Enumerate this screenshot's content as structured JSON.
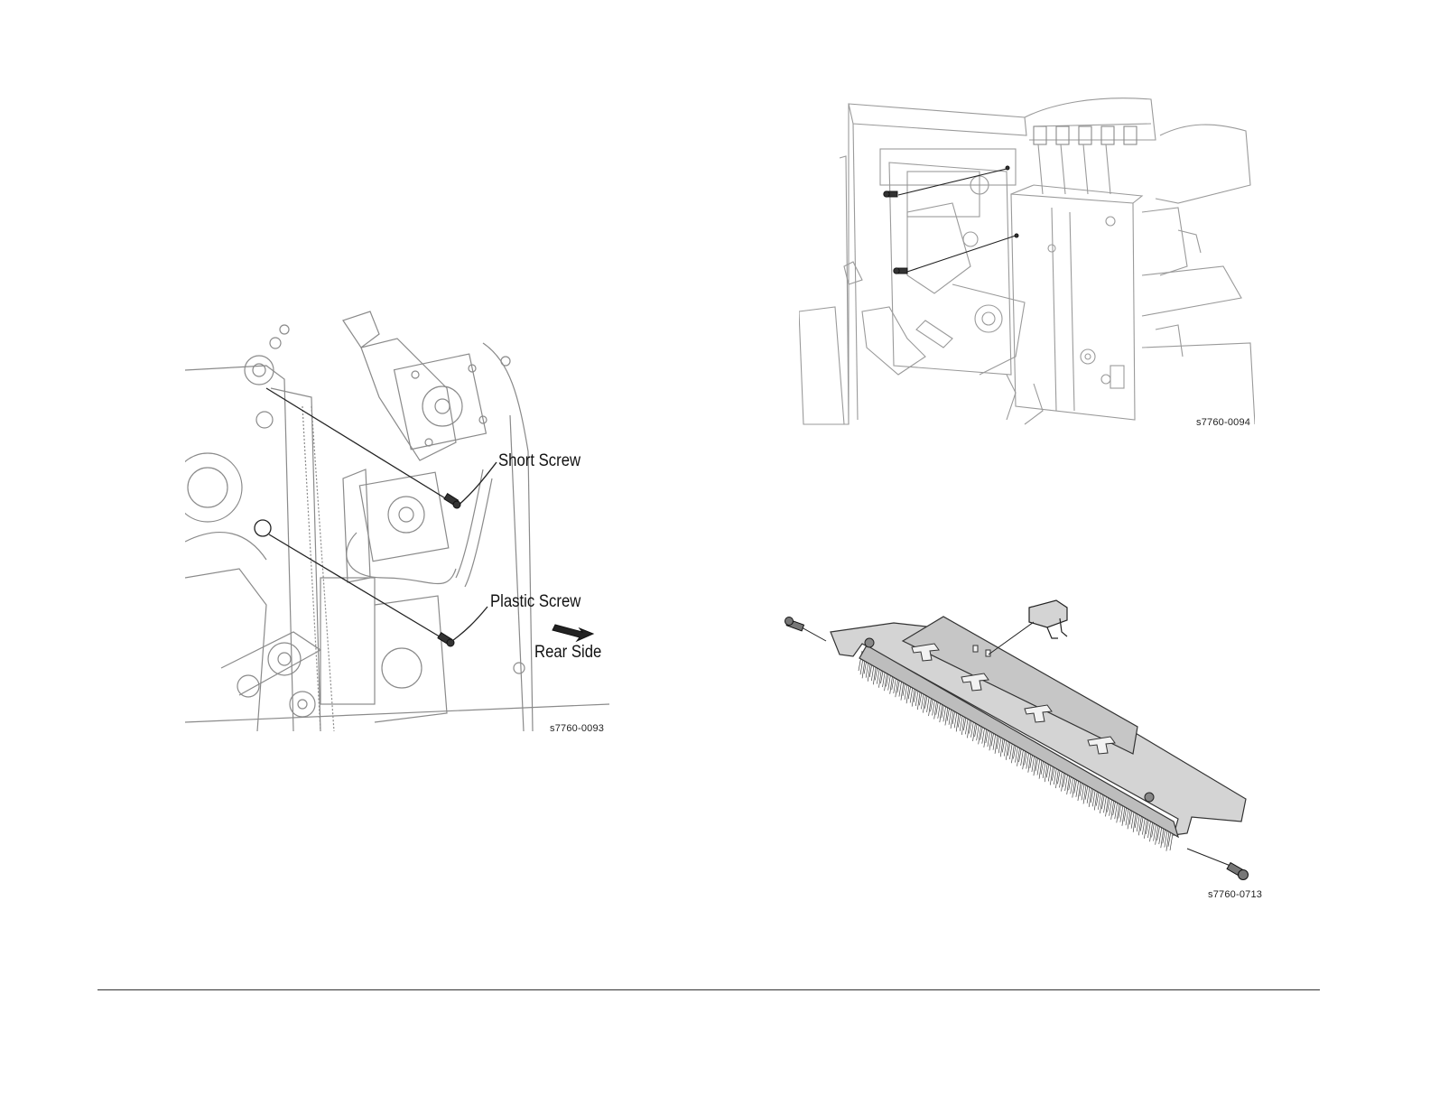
{
  "figures": {
    "left": {
      "id": "s7760-0093",
      "callouts": {
        "short_screw": "Short Screw",
        "plastic_screw": "Plastic Screw",
        "rear_side": "Rear Side"
      }
    },
    "right_top": {
      "id": "s7760-0094"
    },
    "right_bottom": {
      "id": "s7760-0713"
    }
  },
  "colors": {
    "line_art": "#555555",
    "light_line": "#9a9a9a",
    "shaded_part": "#d4d4d4"
  }
}
